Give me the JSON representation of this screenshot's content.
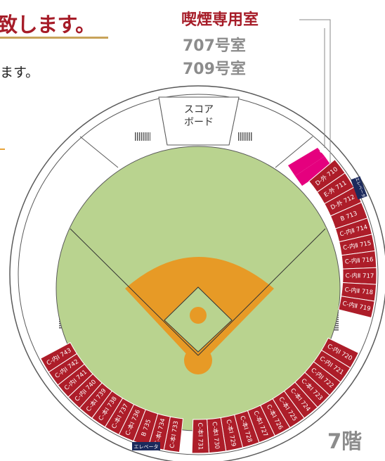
{
  "header": {
    "heading": "致します。",
    "subtext": "ます。"
  },
  "smoking": {
    "title": "喫煙専用室",
    "rooms": [
      "707号室",
      "709号室"
    ]
  },
  "floor": "7階",
  "scoreboard": [
    "スコア",
    "ボード"
  ],
  "elevator_label": "エレベータ",
  "colors": {
    "accent_red": "#a61c28",
    "seat_red": "#ad1d29",
    "smoking_pink": "#e5007e",
    "field_green": "#b9d38f",
    "infield_orange": "#e79a26",
    "heading_rule": "#c8a35a",
    "gray_text": "#8c8c8c"
  },
  "seats_right": [
    "D-外 710",
    "E-外 711",
    "D-外 712",
    "B 713",
    "C-内Ⅱ 714",
    "C-内Ⅱ 715",
    "C-内Ⅱ 716",
    "C-内Ⅱ 717",
    "C-内Ⅱ 718",
    "C-内Ⅱ 719"
  ],
  "seats_bottom_right": [
    "C-内Ⅰ 720",
    "C-内Ⅰ 721",
    "C-内Ⅰ 722",
    "C-本Ⅰ 723",
    "C-本Ⅰ 724",
    "C-本Ⅰ 725",
    "C-本Ⅰ 726",
    "C-本Ⅰ 727",
    "C-本Ⅰ 728",
    "C-本Ⅰ 729",
    "C-本Ⅰ 730",
    "C-本Ⅰ 731"
  ],
  "seats_bottom_left": [
    "C-本Ⅰ 733",
    "C-本Ⅰ 734",
    "B 735",
    "C-本Ⅰ 736",
    "C-本Ⅰ 737",
    "C-本Ⅰ 738",
    "C-本Ⅰ 739",
    "C-内Ⅰ 740",
    "C-内Ⅰ 741",
    "C-内Ⅰ 742",
    "C-内Ⅰ 743"
  ]
}
